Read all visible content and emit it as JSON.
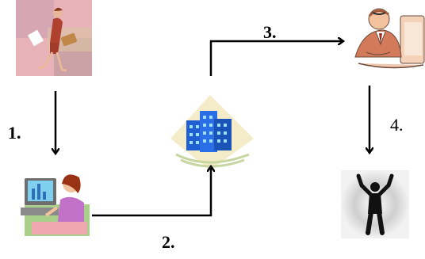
{
  "steps": [
    {
      "label": "1.",
      "bold": true
    },
    {
      "label": "2.",
      "bold": true
    },
    {
      "label": "3.",
      "bold": true
    },
    {
      "label": "4.",
      "bold": false
    }
  ],
  "nodes": [
    {
      "id": "walking-woman",
      "icon": "walking-businesswoman-icon"
    },
    {
      "id": "woman-at-computer",
      "icon": "woman-at-computer-icon"
    },
    {
      "id": "company-building",
      "icon": "office-building-icon"
    },
    {
      "id": "man-at-computer",
      "icon": "businessman-at-computer-icon"
    },
    {
      "id": "celebrating-person",
      "icon": "celebrating-silhouette-icon"
    }
  ],
  "colors": {
    "arrow": "#000000",
    "building": "#1f5fd1",
    "backdrop": "#f4ecc8"
  }
}
